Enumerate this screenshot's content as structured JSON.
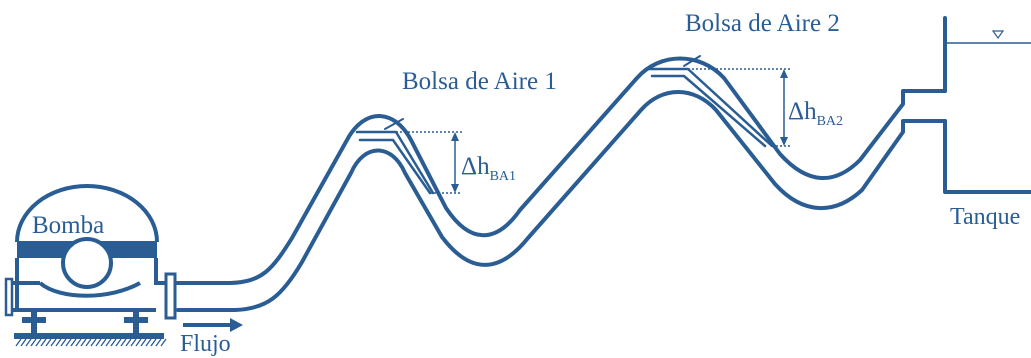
{
  "labels": {
    "pump": "Bomba",
    "flow": "Flujo",
    "tank": "Tanque",
    "air_pocket_1": "Bolsa de Aire 1",
    "air_pocket_2": "Bolsa de Aire 2",
    "delta_h_1": {
      "symbol": "Δh",
      "subscript": "BA1"
    },
    "delta_h_2": {
      "symbol": "Δh",
      "subscript": "BA2"
    }
  },
  "colors": {
    "line": "#2a5d94",
    "fill": "#2a5d94",
    "background": "#ffffff"
  },
  "icons": {
    "water_level": "inverted-triangle-icon",
    "flow_direction": "arrow-right-icon",
    "ground": "hatched-ground-icon"
  }
}
